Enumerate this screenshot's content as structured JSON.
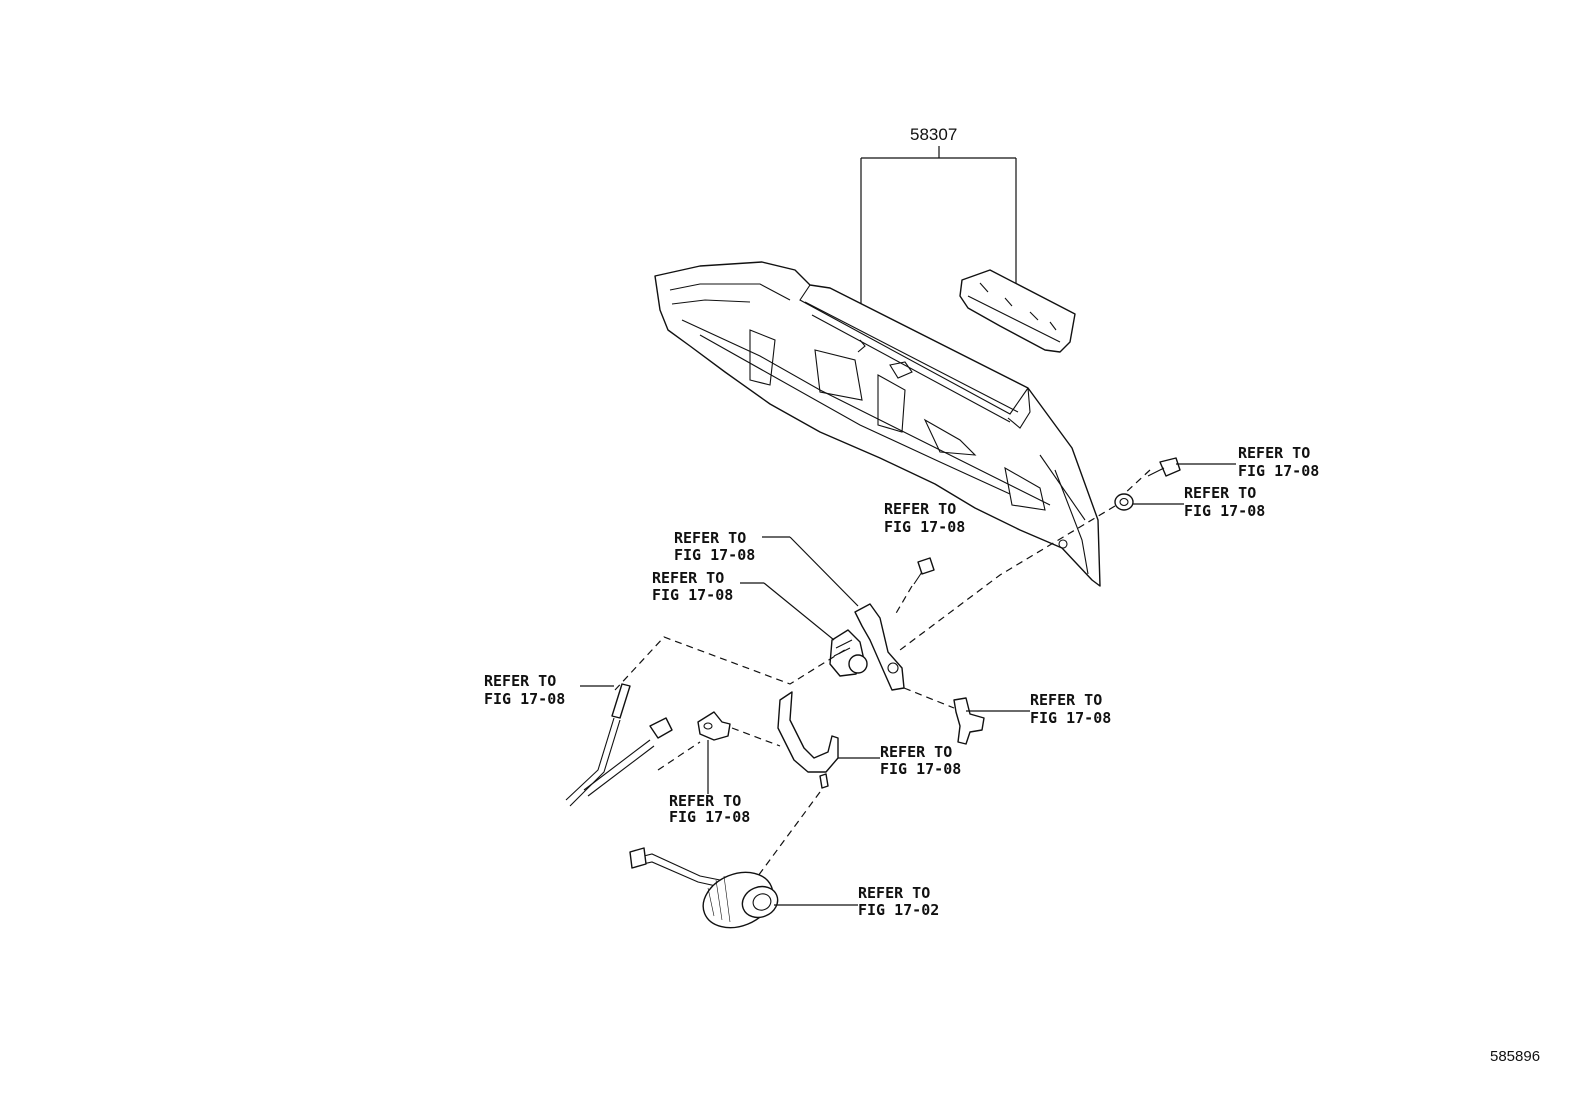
{
  "diagram": {
    "part_number": "58307",
    "doc_id": "585896",
    "refs": {
      "bolt_upper_right": {
        "line1": "REFER TO",
        "line2": "FIG 17-08"
      },
      "nut_right": {
        "line1": "REFER TO",
        "line2": "FIG 17-08"
      },
      "bolt_center": {
        "line1": "REFER TO",
        "line2": "FIG 17-08"
      },
      "bracket": {
        "line1": "REFER TO",
        "line2": "FIG 17-08"
      },
      "relay": {
        "line1": "REFER TO",
        "line2": "FIG 17-08"
      },
      "sleeve_left": {
        "line1": "REFER TO",
        "line2": "FIG 17-08"
      },
      "clip_right": {
        "line1": "REFER TO",
        "line2": "FIG 17-08"
      },
      "hose": {
        "line1": "REFER TO",
        "line2": "FIG 17-08"
      },
      "clamp": {
        "line1": "REFER TO",
        "line2": "FIG 17-08"
      },
      "motor": {
        "line1": "REFER TO",
        "line2": "FIG 17-02"
      }
    }
  }
}
